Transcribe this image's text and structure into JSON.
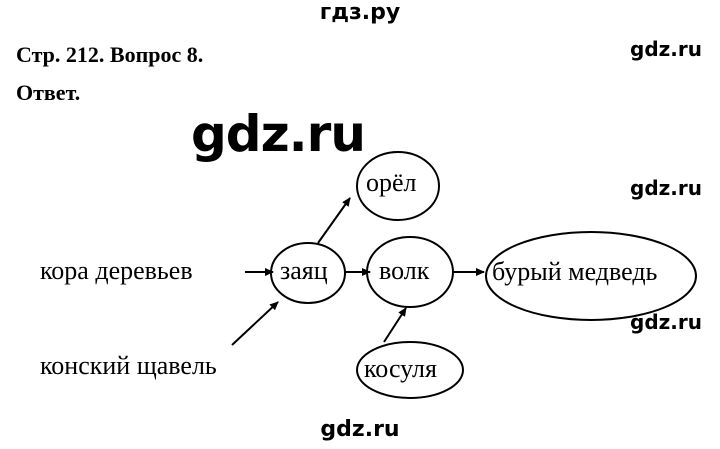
{
  "watermarks": {
    "top": "гдз.ру",
    "right": "gdz.ru",
    "big": "gdz.ru",
    "bottom": "gdz.ru"
  },
  "heading": {
    "question": "Стр. 212. Вопрос 8.",
    "answer": "Ответ."
  },
  "diagram": {
    "nodes": {
      "bark": "кора деревьев",
      "sorrel": "конский щавель",
      "hare": "заяц",
      "eagle": "орёл",
      "wolf": "волк",
      "roe": "косуля",
      "bear": "бурый медведь"
    }
  }
}
